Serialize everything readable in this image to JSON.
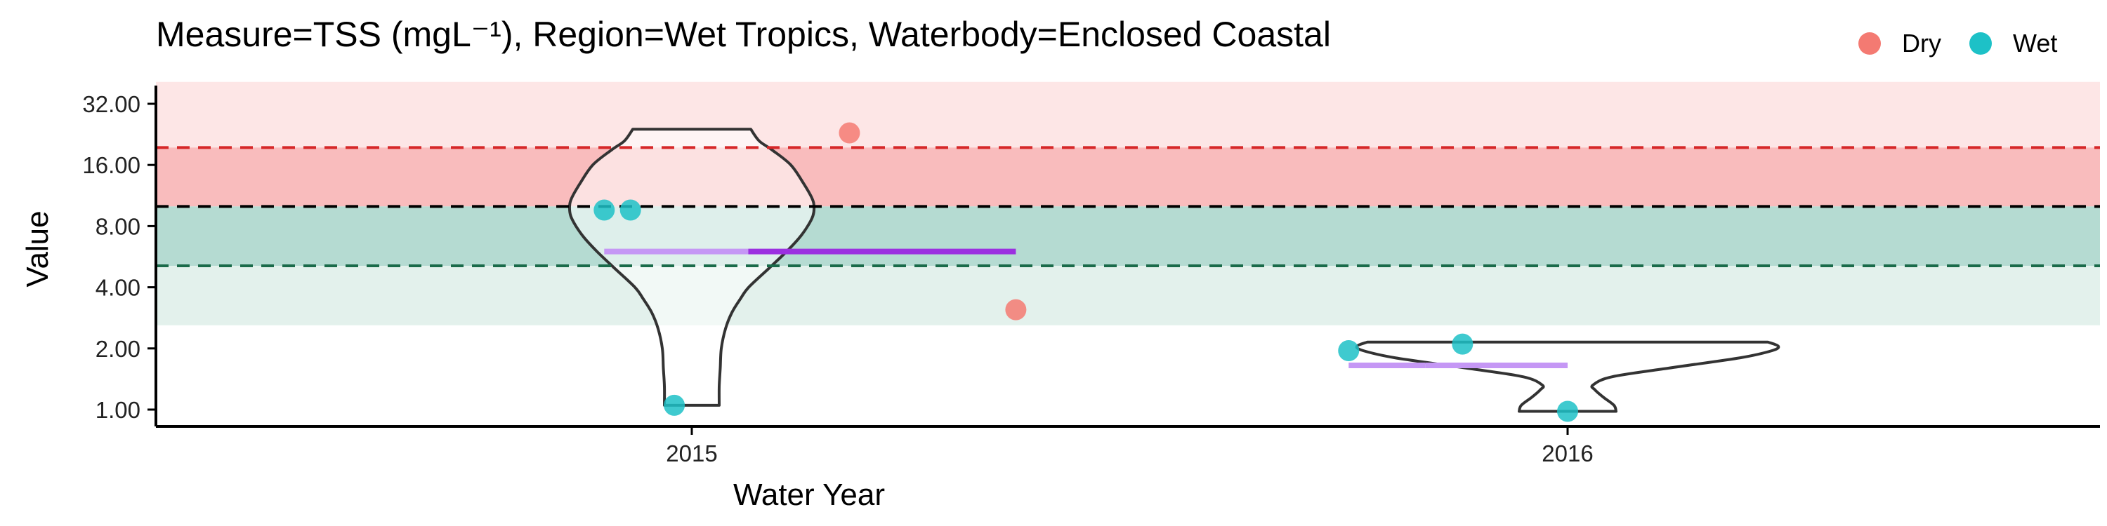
{
  "chart_data": {
    "type": "scatter",
    "title": "Measure=TSS (mgL⁻¹), Region=Wet Tropics, Waterbody=Enclosed Coastal",
    "xlabel": "Water Year",
    "ylabel": "Value",
    "y_scale": "log2",
    "ylim": [
      0.9,
      41
    ],
    "y_ticks": [
      1,
      2,
      4,
      8,
      16,
      32
    ],
    "y_tick_labels": [
      "1.00",
      "2.00",
      "4.00",
      "8.00",
      "16.00",
      "32.00"
    ],
    "categories": [
      "2015",
      "2016"
    ],
    "legend": {
      "position": "top-right",
      "items": [
        {
          "name": "Dry",
          "color": "#f47a72"
        },
        {
          "name": "Wet",
          "color": "#1dc1c7"
        }
      ]
    },
    "bands": [
      {
        "from": 19.5,
        "to": 41,
        "color": "#fde6e6"
      },
      {
        "from": 10,
        "to": 19.5,
        "color": "#f9bcbd"
      },
      {
        "from": 5.1,
        "to": 10,
        "color": "#b5dbd2"
      },
      {
        "from": 2.6,
        "to": 5.1,
        "color": "#e3f1ec"
      }
    ],
    "reference_lines": [
      {
        "value": 19.5,
        "color": "#d62728"
      },
      {
        "value": 10,
        "color": "#000000"
      },
      {
        "value": 5.1,
        "color": "#1a6b4a"
      }
    ],
    "violins": [
      {
        "category": "2015",
        "ymin": 1.05,
        "ymax": 24,
        "profile": [
          [
            1.05,
            0.13
          ],
          [
            1.3,
            0.13
          ],
          [
            1.6,
            0.135
          ],
          [
            2.0,
            0.14
          ],
          [
            2.5,
            0.16
          ],
          [
            3.0,
            0.19
          ],
          [
            3.5,
            0.23
          ],
          [
            4.0,
            0.27
          ],
          [
            5.0,
            0.37
          ],
          [
            6.0,
            0.45
          ],
          [
            7.0,
            0.51
          ],
          [
            8.0,
            0.55
          ],
          [
            9.0,
            0.575
          ],
          [
            10.0,
            0.58
          ],
          [
            11.0,
            0.57
          ],
          [
            13.0,
            0.53
          ],
          [
            16.0,
            0.47
          ],
          [
            19.0,
            0.38
          ],
          [
            21.0,
            0.32
          ],
          [
            24.0,
            0.28
          ]
        ]
      },
      {
        "category": "2016",
        "ymin": 0.98,
        "ymax": 2.15,
        "profile": [
          [
            0.98,
            0.23
          ],
          [
            1.05,
            0.22
          ],
          [
            1.15,
            0.17
          ],
          [
            1.25,
            0.13
          ],
          [
            1.32,
            0.12
          ],
          [
            1.45,
            0.21
          ],
          [
            1.6,
            0.48
          ],
          [
            1.8,
            0.82
          ],
          [
            1.95,
            0.97
          ],
          [
            2.05,
            1.0
          ],
          [
            2.15,
            0.95
          ]
        ]
      }
    ],
    "points": [
      {
        "x": "2015",
        "offset": -0.1,
        "y": 9.6,
        "series": "Wet"
      },
      {
        "x": "2015",
        "offset": -0.07,
        "y": 9.6,
        "series": "Wet"
      },
      {
        "x": "2015",
        "offset": -0.02,
        "y": 1.05,
        "series": "Wet"
      },
      {
        "x": "2015",
        "offset": 0.18,
        "y": 23,
        "series": "Dry"
      },
      {
        "x": "2015",
        "offset": 0.37,
        "y": 3.1,
        "series": "Dry"
      },
      {
        "x": "2016",
        "offset": -0.25,
        "y": 1.95,
        "series": "Wet"
      },
      {
        "x": "2016",
        "offset": -0.12,
        "y": 2.1,
        "series": "Wet"
      },
      {
        "x": "2016",
        "offset": 0.0,
        "y": 0.98,
        "series": "Wet"
      }
    ],
    "summaries": [
      {
        "category": "2015",
        "from_offset": -0.1,
        "to_offset": 0.37,
        "value": 6.0
      },
      {
        "category": "2016",
        "from_offset": -0.25,
        "to_offset": 0.0,
        "value": 1.65
      }
    ]
  }
}
